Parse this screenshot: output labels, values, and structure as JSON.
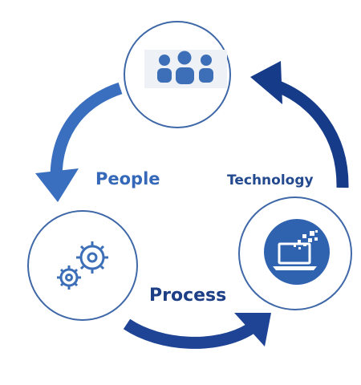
{
  "labels": {
    "people": "People",
    "technology": "Technology",
    "process": "Process"
  },
  "colors": {
    "people_label": "#3568b8",
    "technology_label": "#23498f",
    "process_label": "#1c3f86",
    "arrow_left": "#3a6fbf",
    "arrow_bottom": "#1f4496",
    "arrow_right": "#163b89",
    "circle_outline": "#3f68a8",
    "icon_blue": "#3c6fb8",
    "people_icon_bg": "#eef1f6",
    "laptop_disc": "#2f63b0",
    "white": "#ffffff"
  },
  "icons": {
    "people_node": "people-group-icon",
    "process_node": "gears-icon",
    "technology_node": "laptop-pixels-icon"
  }
}
